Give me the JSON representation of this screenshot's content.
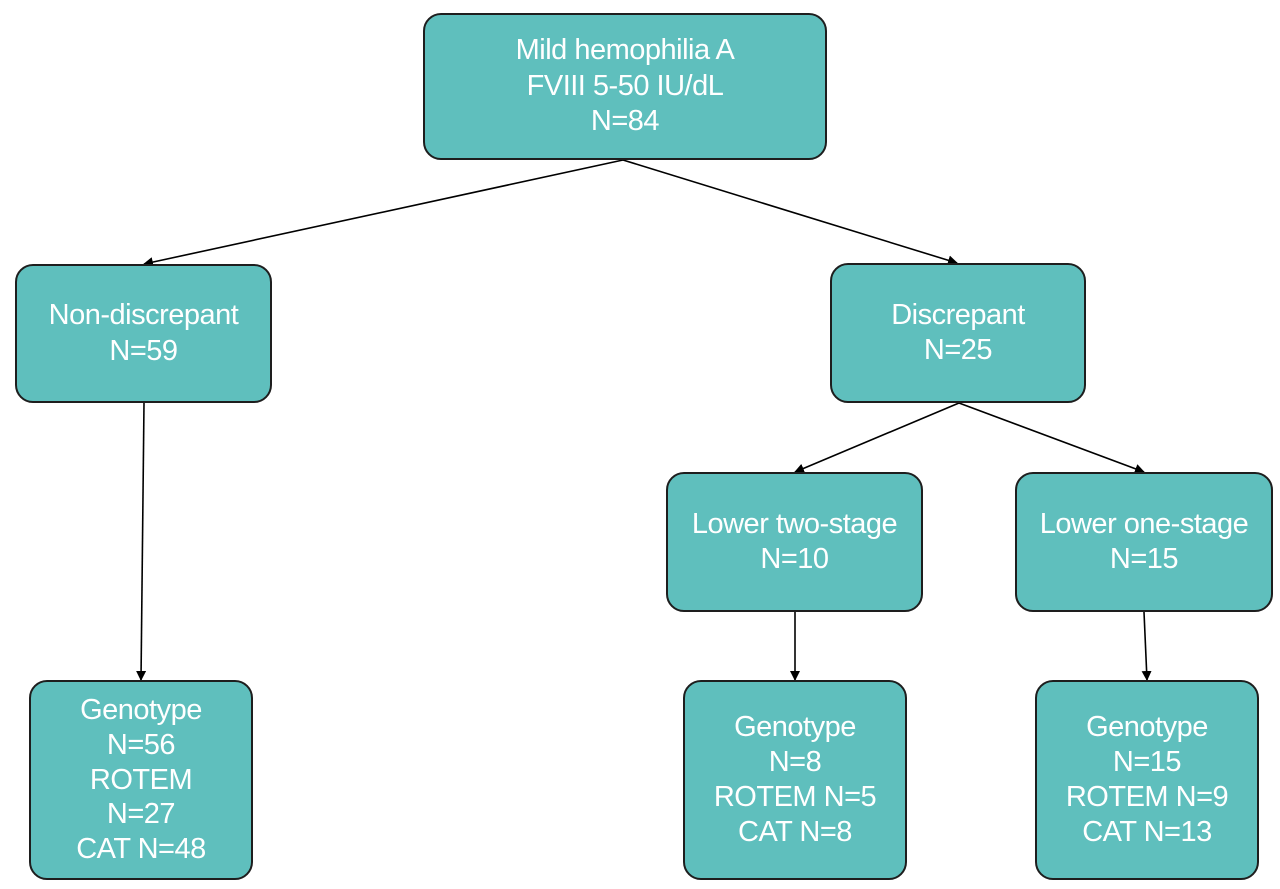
{
  "diagram": {
    "root": {
      "lines": [
        "Mild hemophilia A",
        "FVIII 5-50 IU/dL",
        "N=84"
      ]
    },
    "non_discrepant": {
      "lines": [
        "Non-discrepant",
        "N=59"
      ]
    },
    "discrepant": {
      "lines": [
        "Discrepant",
        "N=25"
      ]
    },
    "lower_two_stage": {
      "lines": [
        "Lower two-stage",
        "N=10"
      ]
    },
    "lower_one_stage": {
      "lines": [
        "Lower one-stage",
        "N=15"
      ]
    },
    "non_discrepant_tests": {
      "lines": [
        "Genotype",
        "N=56",
        "ROTEM",
        "N=27",
        "CAT N=48"
      ]
    },
    "lower_two_stage_tests": {
      "lines": [
        "Genotype",
        "N=8",
        "ROTEM N=5",
        "CAT N=8"
      ]
    },
    "lower_one_stage_tests": {
      "lines": [
        "Genotype",
        "N=15",
        "ROTEM N=9",
        "CAT N=13"
      ]
    },
    "colors": {
      "box_fill": "#5fbfbd",
      "box_border": "#1e1e1e",
      "text": "#ffffff",
      "arrow": "#000000"
    }
  }
}
